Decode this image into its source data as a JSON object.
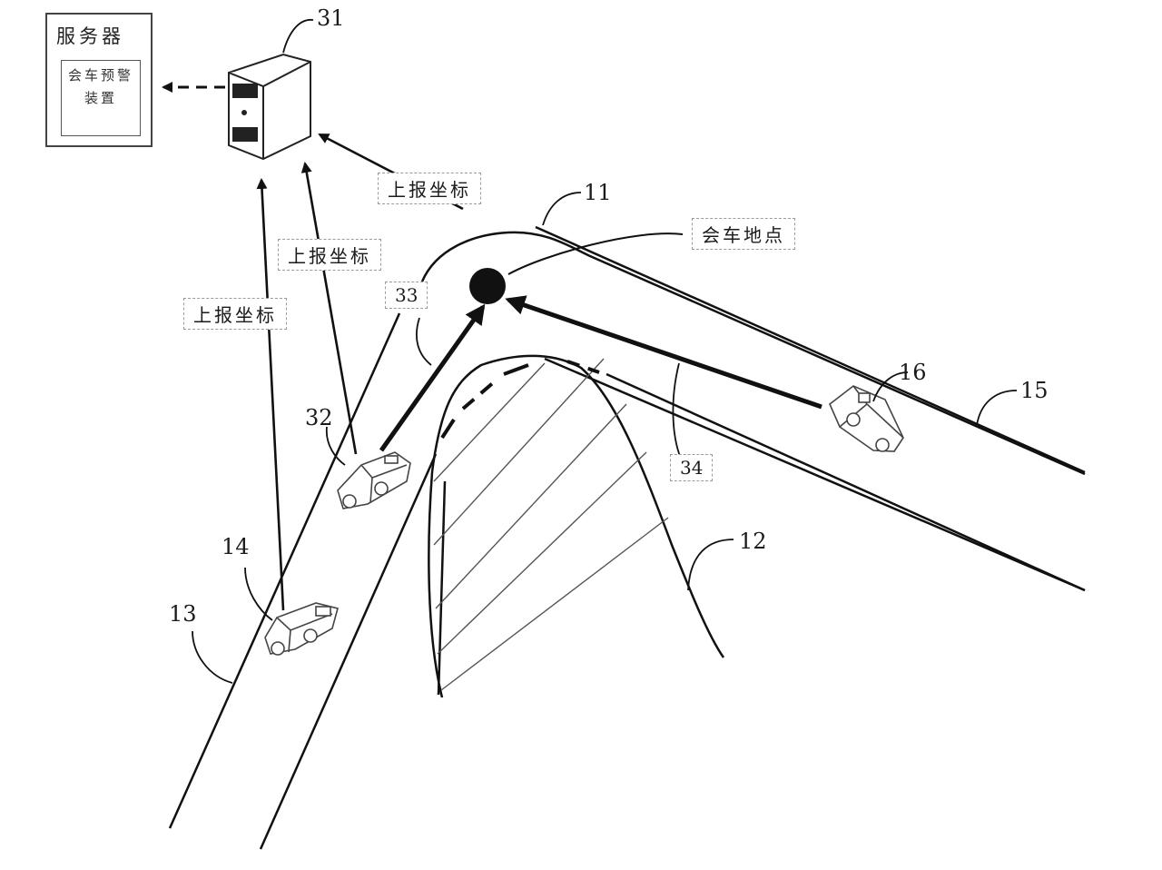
{
  "server": {
    "title": "服务器",
    "module": "会车预警装置"
  },
  "labels": {
    "report_coord_1": "上报坐标",
    "report_coord_2": "上报坐标",
    "report_coord_3": "上报坐标",
    "meeting_point": "会车地点",
    "n11": "11",
    "n12": "12",
    "n13": "13",
    "n14": "14",
    "n15": "15",
    "n16": "16",
    "n31": "31",
    "n32": "32",
    "n33": "33",
    "n34": "34"
  }
}
